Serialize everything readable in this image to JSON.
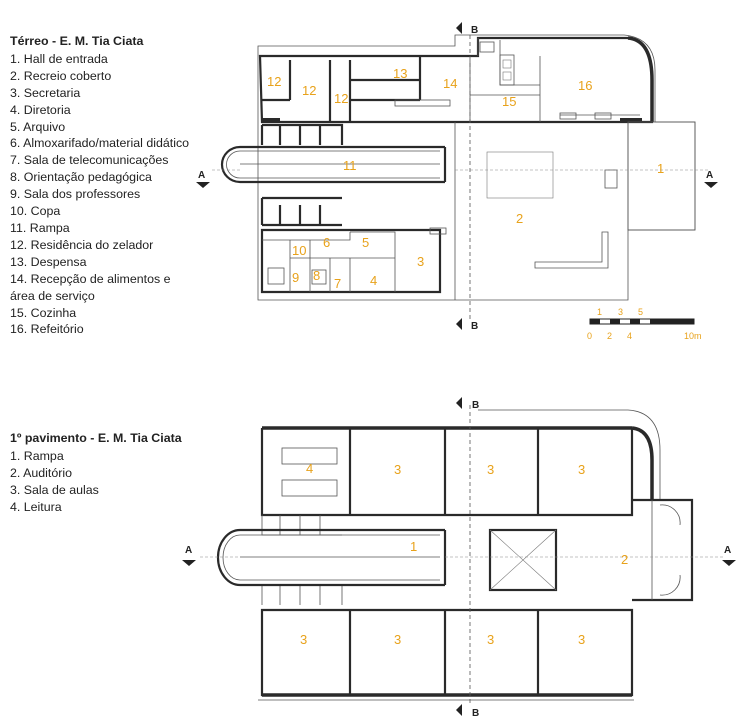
{
  "terreo": {
    "title": "Térreo - E. M. Tia Ciata",
    "items": [
      "1. Hall de entrada",
      "2. Recreio coberto",
      "3. Secretaria",
      "4. Diretoria",
      "5. Arquivo",
      "6. Almoxarifado/material didático",
      "7. Sala de telecomunicações",
      "8. Orientação pedagógica",
      "9. Sala dos professores",
      "10. Copa",
      "11. Rampa",
      "12. Residência do zelador",
      "13. Despensa",
      "14. Recepção de alimentos e",
      "área de serviço",
      "15. Cozinha",
      "16. Refeitório"
    ],
    "room_numbers": {
      "r1": "1",
      "r2": "2",
      "r3": "3",
      "r4": "4",
      "r5": "5",
      "r6": "6",
      "r7": "7",
      "r8": "8",
      "r9": "9",
      "r10": "10",
      "r11": "11",
      "r12a": "12",
      "r12b": "12",
      "r12c": "12",
      "r13": "13",
      "r14": "14",
      "r15": "15",
      "r16": "16"
    },
    "section_marks": {
      "a_left": "A",
      "a_right": "A",
      "b_top": "B",
      "b_bottom": "B"
    },
    "scale_bar": {
      "top": [
        "1",
        "3",
        "5"
      ],
      "bottom": [
        "0",
        "2",
        "4"
      ],
      "end": "10m"
    }
  },
  "pavimento": {
    "title": "1º pavimento - E. M. Tia Ciata",
    "items": [
      "1. Rampa",
      "2. Auditório",
      "3. Sala de aulas",
      "4. Leitura"
    ],
    "room_numbers": {
      "r1": "1",
      "r2": "2",
      "r3a": "3",
      "r3b": "3",
      "r3c": "3",
      "r3d": "3",
      "r3e": "3",
      "r3f": "3",
      "r3g": "3",
      "r4": "4"
    },
    "section_marks": {
      "a_left": "A",
      "a_right": "A",
      "b_top": "B",
      "b_bottom": "B"
    }
  },
  "colors": {
    "room_number": "#e8a21b",
    "wall": "#2a2a2a",
    "line": "#555555"
  }
}
